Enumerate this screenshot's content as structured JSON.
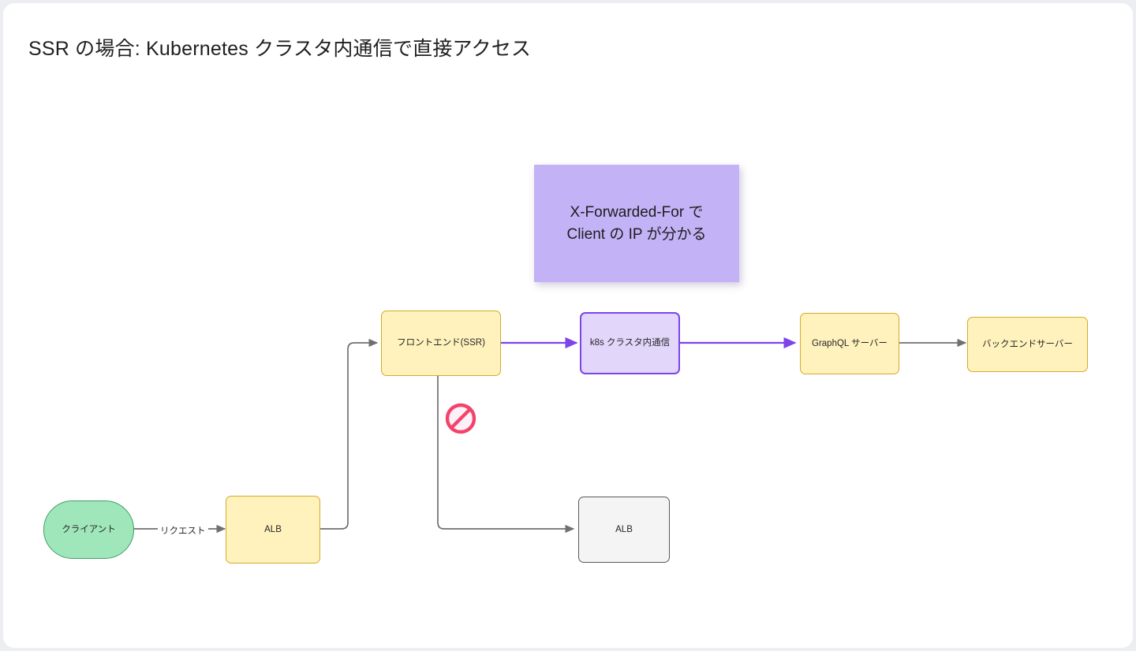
{
  "page": {
    "title": "SSR の場合: Kubernetes クラスタ内通信で直接アクセス",
    "background": "#ffffff",
    "page_background": "#eceef1"
  },
  "colors": {
    "yellow_fill": "#fff2bd",
    "yellow_stroke": "#d6a92a",
    "purple_fill": "#e2d6fb",
    "purple_stroke": "#7d44e8",
    "green_fill": "#9fe7bb",
    "green_stroke": "#3f9e61",
    "grey_fill": "#f4f4f5",
    "grey_stroke": "#5a5a5a",
    "note_fill": "#c4b2f7",
    "edge_grey": "#707070",
    "edge_purple": "#7d44e8",
    "ban_red": "#f4436a"
  },
  "nodes": [
    {
      "id": "client",
      "label": "クライアント",
      "shape": "stadium",
      "style": "green"
    },
    {
      "id": "alb_bottom",
      "label": "ALB",
      "shape": "rect",
      "style": "yellow"
    },
    {
      "id": "frontend",
      "label": "フロントエンド(SSR)",
      "shape": "rect",
      "style": "yellow"
    },
    {
      "id": "k8s",
      "label": "k8s クラスタ内通信",
      "shape": "rect",
      "style": "purple"
    },
    {
      "id": "graphql",
      "label": "GraphQL サーバー",
      "shape": "rect",
      "style": "yellow"
    },
    {
      "id": "backend",
      "label": "バックエンドサーバー",
      "shape": "rect",
      "style": "yellow"
    },
    {
      "id": "alb_blocked",
      "label": "ALB",
      "shape": "rect",
      "style": "grey"
    }
  ],
  "edges": [
    {
      "from": "client",
      "to": "alb_bottom",
      "label": "リクエスト",
      "color": "grey"
    },
    {
      "from": "alb_bottom",
      "to": "frontend",
      "label": "",
      "color": "grey"
    },
    {
      "from": "frontend",
      "to": "k8s",
      "label": "",
      "color": "purple"
    },
    {
      "from": "k8s",
      "to": "graphql",
      "label": "",
      "color": "purple"
    },
    {
      "from": "graphql",
      "to": "backend",
      "label": "",
      "color": "grey"
    },
    {
      "from": "frontend",
      "to": "alb_blocked",
      "label": "",
      "color": "grey",
      "blocked": true
    }
  ],
  "note": {
    "line1": "X-Forwarded-For で",
    "line2": "Client の IP が分かる"
  },
  "icons": {
    "blocked": "no-entry-icon"
  }
}
